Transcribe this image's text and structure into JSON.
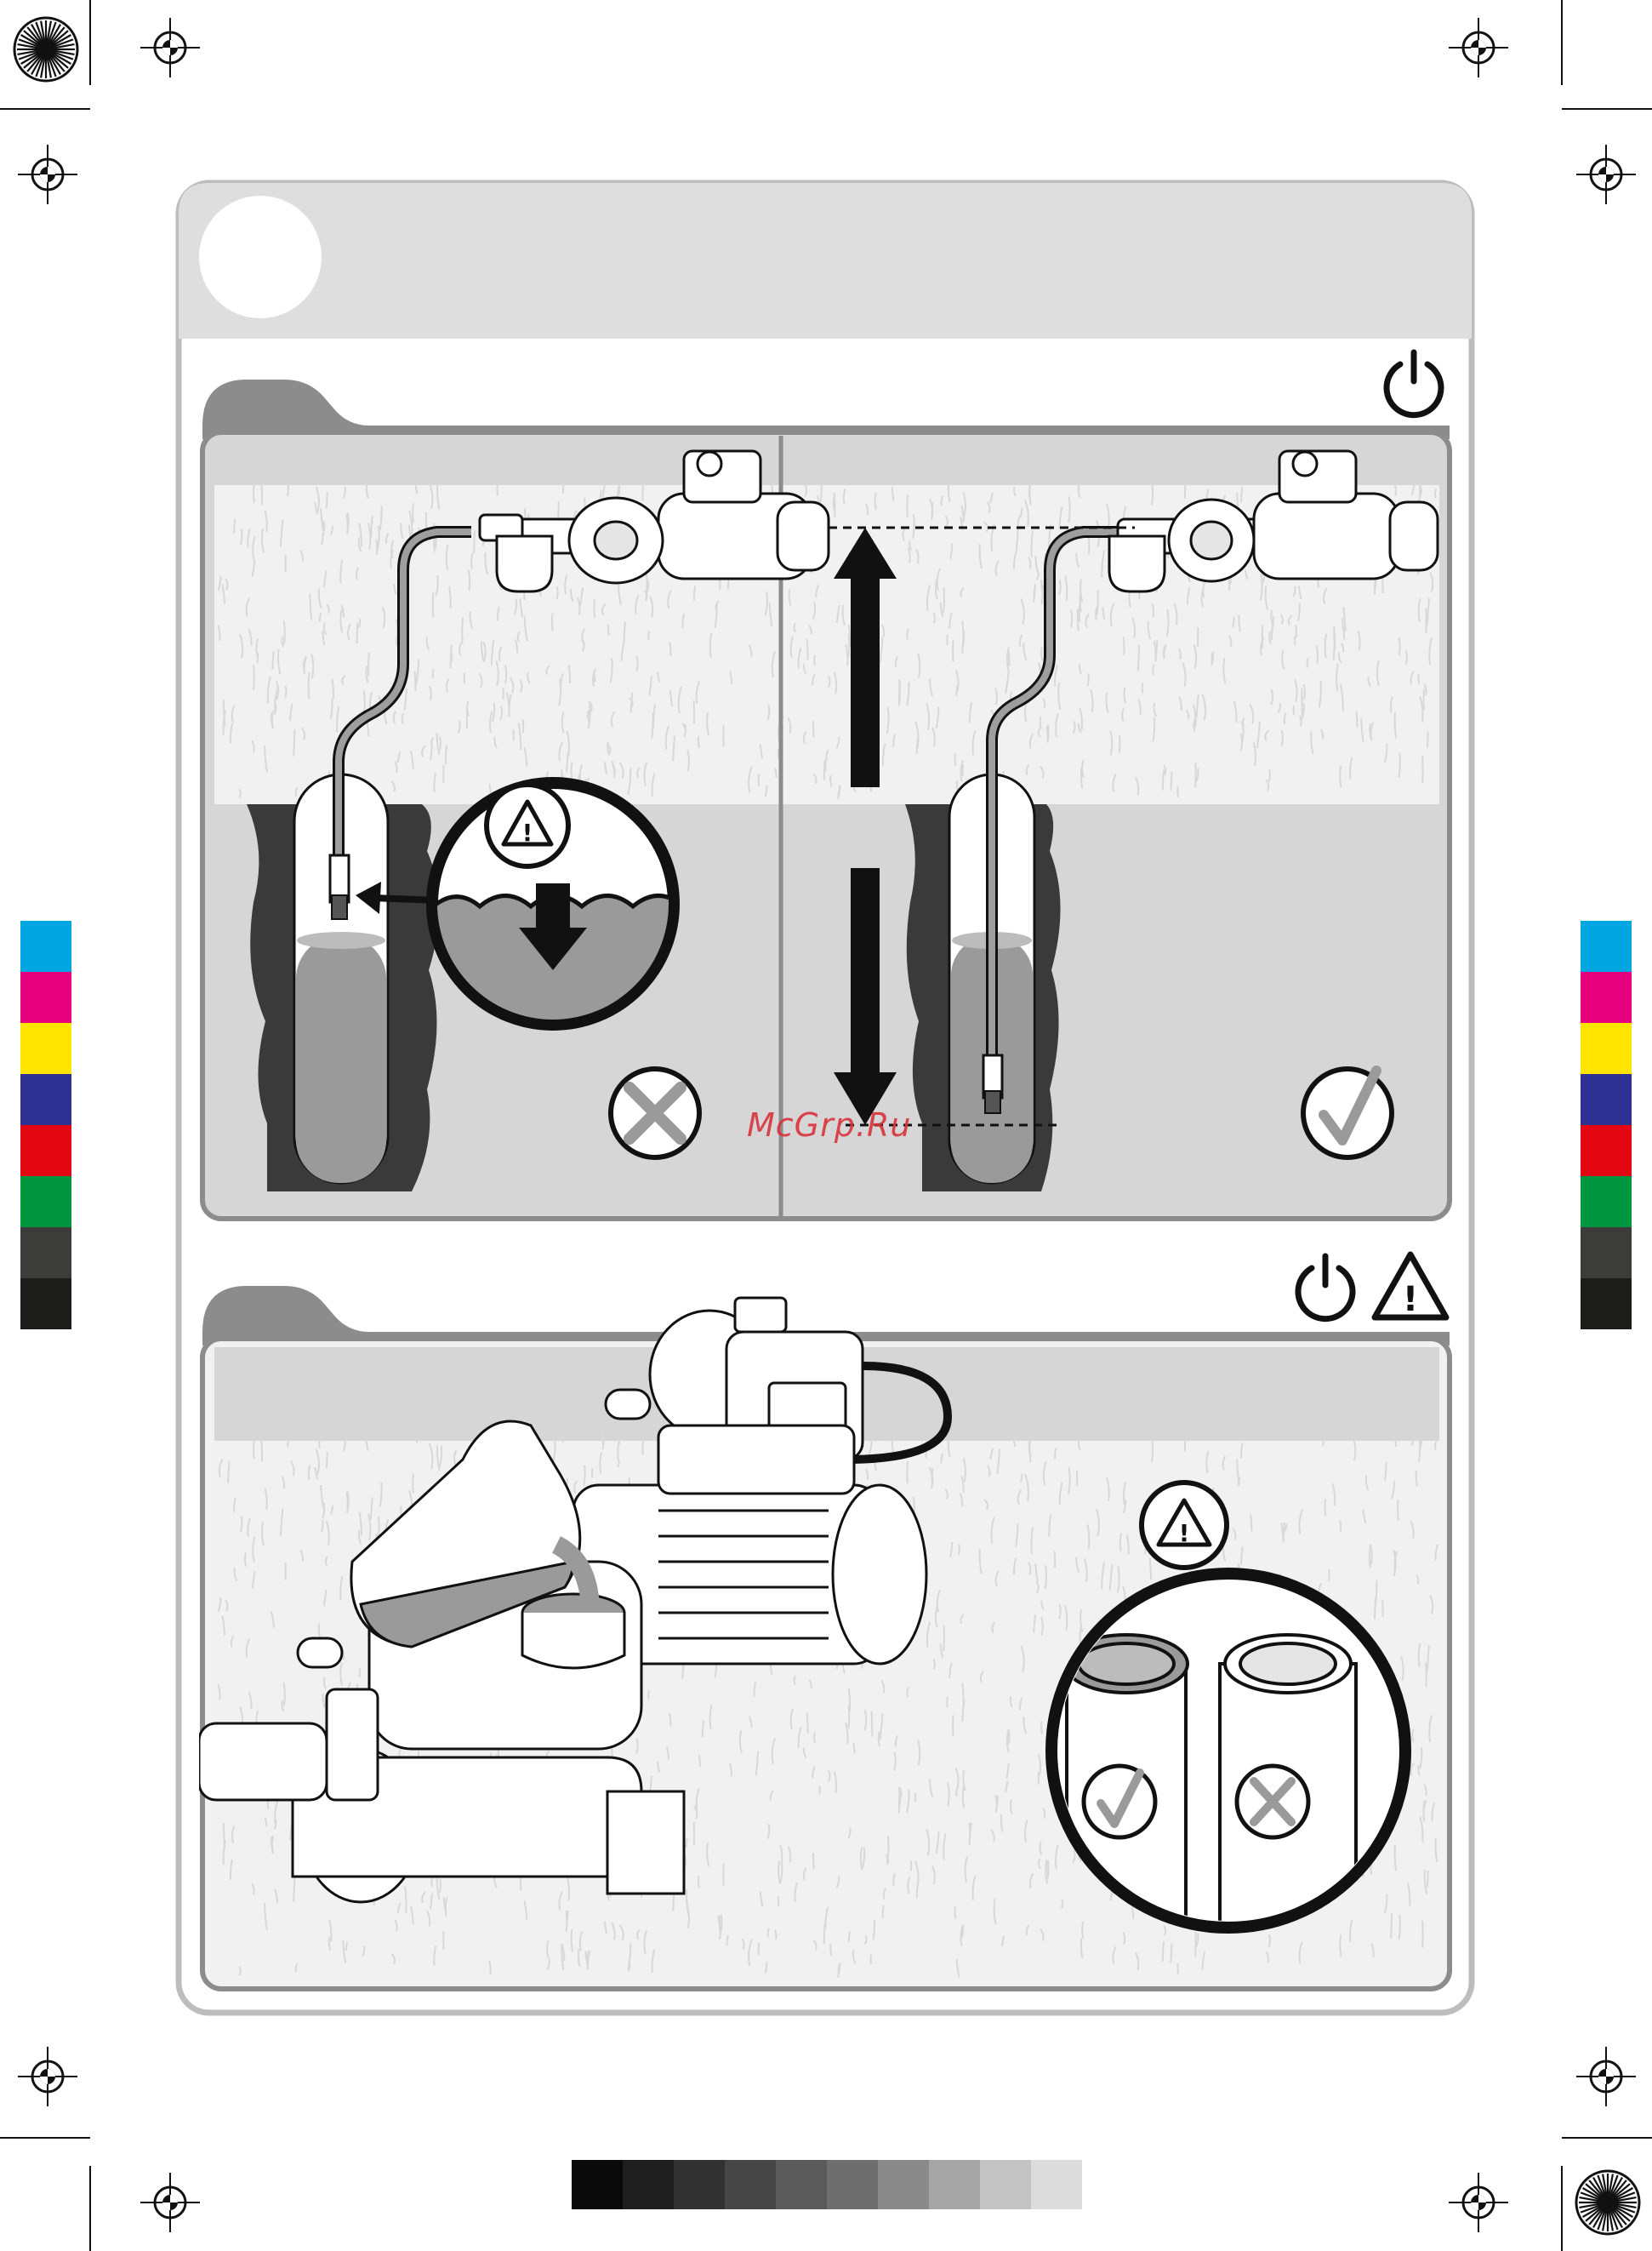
{
  "watermark": {
    "text": "McGrp.Ru",
    "color": "#d9333b"
  },
  "colors": {
    "frame_gray": "#bdbdbd",
    "panel_gray": "#d4d4d4",
    "ground_gray": "#c9c9c9",
    "dark_soil": "#3a3a3a",
    "water_gray": "#9a9a9a",
    "line_black": "#111111"
  },
  "color_bar": [
    "#00a6e2",
    "#e6007e",
    "#ffe500",
    "#2e3192",
    "#e30613",
    "#009640",
    "#3c3c3b",
    "#1d1d1b"
  ],
  "gray_scale": [
    "#0a0a0a",
    "#1e1e1e",
    "#323232",
    "#464646",
    "#5a5a5a",
    "#6e6e6e",
    "#8a8a8a",
    "#a5a5a5",
    "#c3c3c3",
    "#dcdcdc"
  ],
  "icons": {
    "power": "power-icon",
    "warning": "warning-triangle-icon",
    "check": "check-mark-icon",
    "cross": "cross-mark-icon",
    "registration": "registration-mark-icon",
    "starburst": "starburst-target-icon"
  },
  "panels": {
    "top_left_status": "incorrect",
    "top_right_status": "correct",
    "bottom_left_socket_status": "correct",
    "bottom_right_socket_status": "incorrect"
  }
}
